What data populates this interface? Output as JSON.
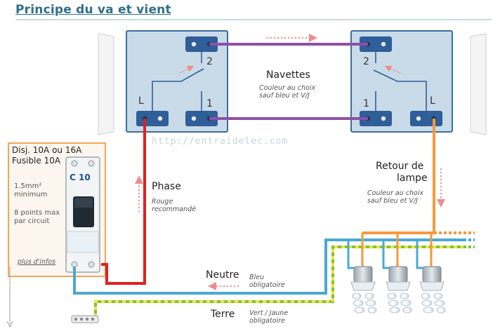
{
  "title": "Principe du va et vient",
  "watermark": "http://entraidelec.com",
  "navettes": {
    "title": "Navettes",
    "note_line1": "Couleur au choix",
    "note_line2": "sauf bleu et V/J"
  },
  "retour": {
    "title_line1": "Retour de",
    "title_line2": "lampe",
    "note_line1": "Couleur au choix",
    "note_line2": "sauf bleu et V/J"
  },
  "phase": {
    "title": "Phase",
    "note_line1": "Rouge",
    "note_line2": "recommandé"
  },
  "neutre": {
    "title": "Neutre",
    "note_line1": "Bleu",
    "note_line2": "obligatoire"
  },
  "terre": {
    "title": "Terre",
    "note_line1": "Vert / Jaune",
    "note_line2": "obligatoire"
  },
  "breaker": {
    "title_line1": "Disj. 10A ou 16A",
    "title_line2": "Fusible 10A",
    "section_line1": "1.5mm²",
    "section_line2": "minimum",
    "points_line1": "8 points max",
    "points_line2": "par circuit",
    "more_info": "plus d'infos",
    "rating": "C 10"
  },
  "switch_left": {
    "terminal_L": "L",
    "terminal_1": "1",
    "terminal_2": "2"
  },
  "switch_right": {
    "terminal_L": "L",
    "terminal_1": "1",
    "terminal_2": "2"
  },
  "colors": {
    "phase": "#e02020",
    "navette": "#8e4fa8",
    "retour": "#f39a3c",
    "neutre": "#4aa9d0",
    "terre_green": "#7fc241",
    "terre_yellow": "#f2e33a",
    "switch_plate": "#c9dbe8",
    "switch_border": "#3a6f9c",
    "terminal": "#2f5e99",
    "breaker_frame": "#f3a65b"
  }
}
